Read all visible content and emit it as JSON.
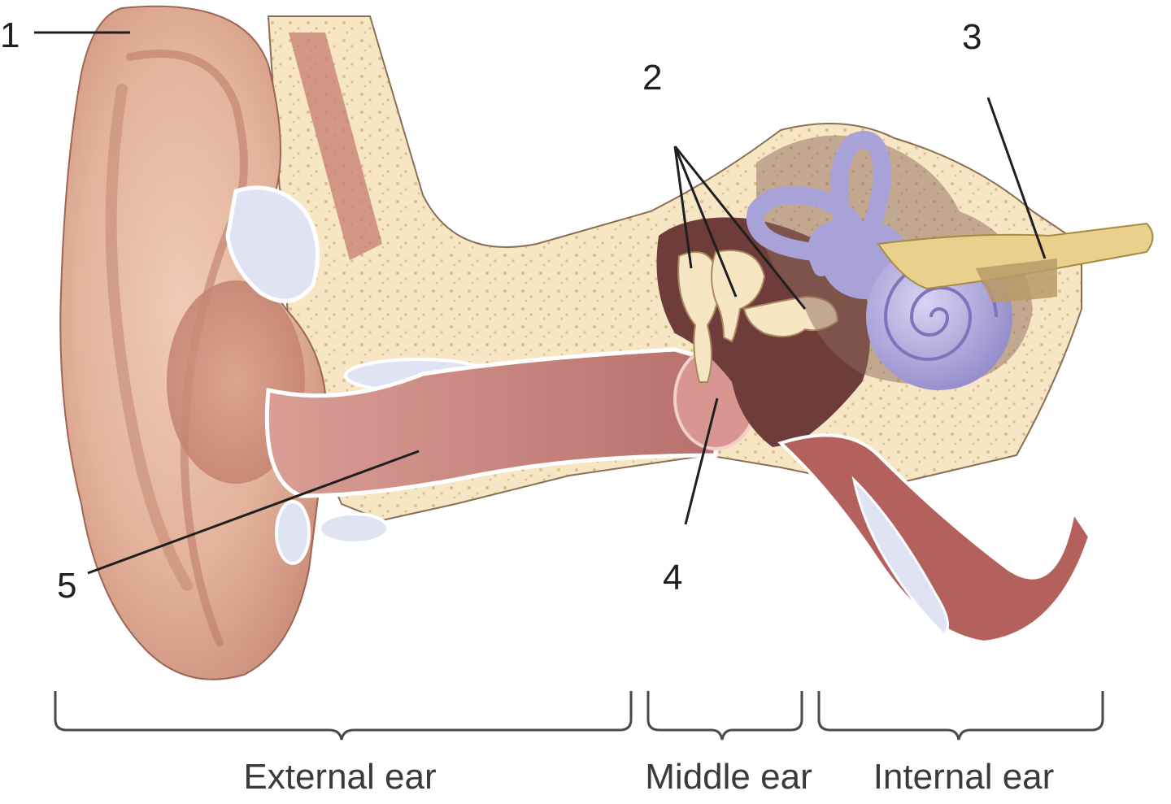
{
  "diagram": {
    "callouts": [
      {
        "id": "callout-1",
        "label": "1"
      },
      {
        "id": "callout-2",
        "label": "2"
      },
      {
        "id": "callout-3",
        "label": "3"
      },
      {
        "id": "callout-4",
        "label": "4"
      },
      {
        "id": "callout-5",
        "label": "5"
      }
    ],
    "regions": [
      {
        "id": "external-ear",
        "label": "External ear"
      },
      {
        "id": "middle-ear",
        "label": "Middle ear"
      },
      {
        "id": "internal-ear",
        "label": "Internal ear"
      }
    ]
  },
  "colors": {
    "skin": "#e6b8a0",
    "bone": "#f6e6c4",
    "canal": "#c98483",
    "cavity": "#6e3d3a",
    "labyrinth": "#a9a2d9",
    "nerve": "#e9d08c",
    "cartilage": "#dfe3f4"
  }
}
